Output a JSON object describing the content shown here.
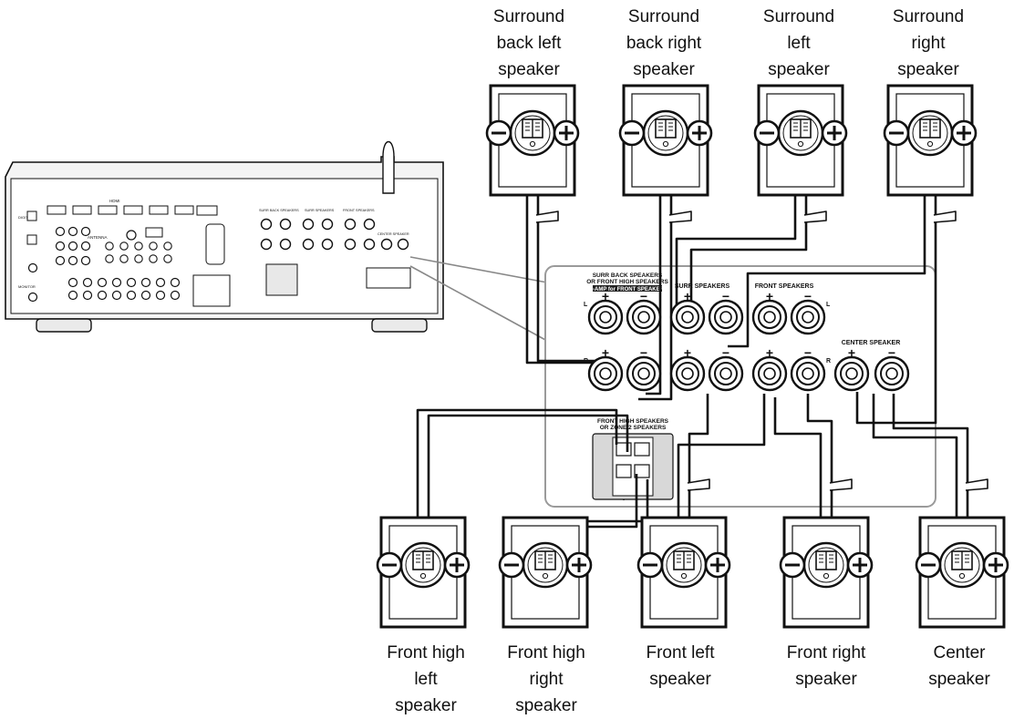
{
  "top_speakers": [
    {
      "id": "sbl",
      "label_lines": [
        "Surround",
        "back left",
        "speaker"
      ]
    },
    {
      "id": "sbr",
      "label_lines": [
        "Surround",
        "back right",
        "speaker"
      ]
    },
    {
      "id": "sl",
      "label_lines": [
        "Surround",
        "left",
        "speaker"
      ]
    },
    {
      "id": "sr",
      "label_lines": [
        "Surround",
        "right",
        "speaker"
      ]
    }
  ],
  "bottom_speakers": [
    {
      "id": "fhl",
      "label_lines": [
        "Front high",
        "left",
        "speaker"
      ]
    },
    {
      "id": "fhr",
      "label_lines": [
        "Front high",
        "right",
        "speaker"
      ]
    },
    {
      "id": "fl",
      "label_lines": [
        "Front left",
        "speaker"
      ]
    },
    {
      "id": "fr",
      "label_lines": [
        "Front right",
        "speaker"
      ]
    },
    {
      "id": "c",
      "label_lines": [
        "Center",
        "speaker"
      ]
    }
  ],
  "panel": {
    "surr_back_line1": "SURR BACK SPEAKERS",
    "surr_back_line2": "OR FRONT HIGH SPEAKERS",
    "surr_back_line3": "BI-AMP for FRONT SPEAKERS",
    "surr": "SURR SPEAKERS",
    "front": "FRONT SPEAKERS",
    "center": "CENTER SPEAKER",
    "front_high_line1": "FRONT HIGH SPEAKERS",
    "front_high_line2": "OR ZONE 2 SPEAKERS",
    "ch_left": "L",
    "ch_right": "R",
    "plus": "+",
    "minus": "−"
  },
  "receiver": {
    "hdmi": "HDMI",
    "antenna": "ANTENNA",
    "surr_back": "SURR BACK SPEAKERS",
    "surr": "SURR SPEAKERS",
    "front": "FRONT SPEAKERS",
    "center": "CENTER SPEAKER",
    "digital_in": "DIGITAL IN",
    "monitor_out": "MONITOR"
  },
  "colors": {
    "line": "#111111",
    "panel_bg": "#ececec",
    "panel_border": "#9a9a9a",
    "receiver_bg": "#f2f2f2",
    "box_fill": "#ffffff"
  }
}
